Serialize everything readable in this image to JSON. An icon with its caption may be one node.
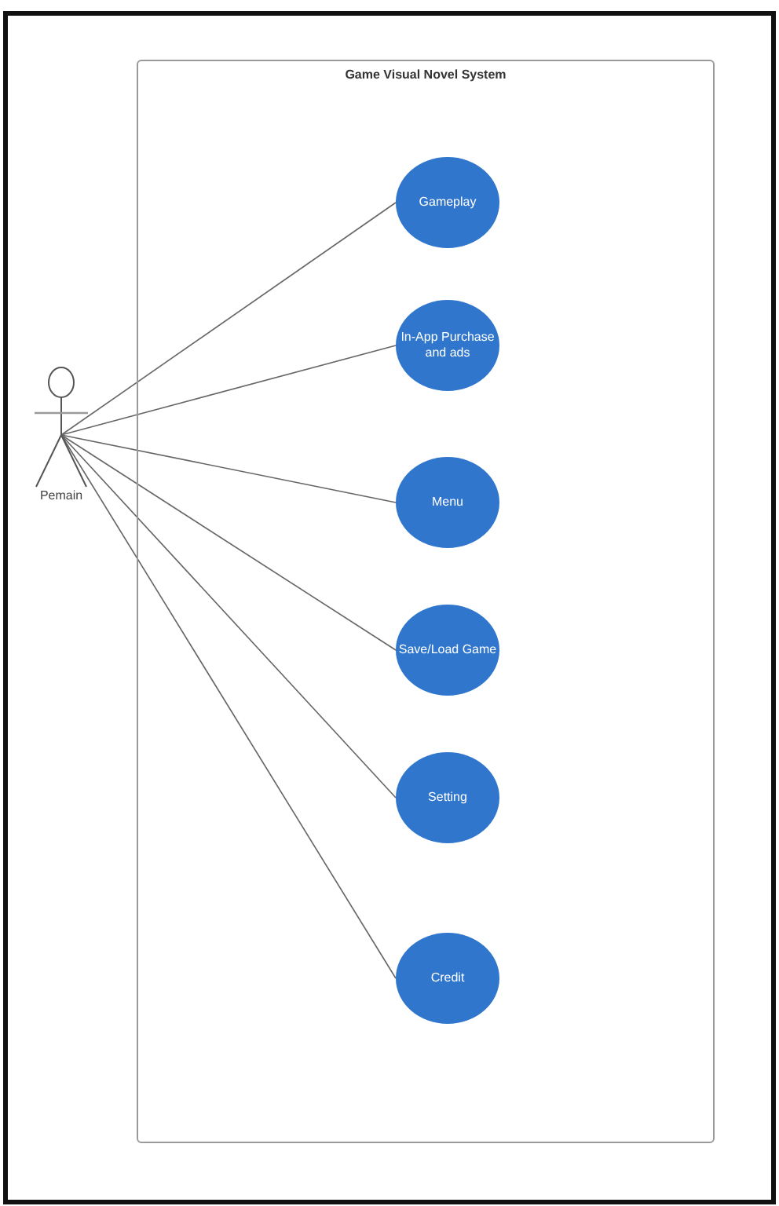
{
  "diagram": {
    "nodes": [
      {
        "text": [
          "Game Visual Novel System"
        ]
      },
      {
        "text": [
          "Pemain"
        ]
      },
      {
        "text": [
          "Gameplay"
        ],
        "in": 0
      },
      {
        "text": [
          "In-App Purchase and ads"
        ],
        "in": 0
      },
      {
        "text": [
          "Menu"
        ],
        "in": 0
      },
      {
        "text": [
          "Save/Load Game"
        ],
        "in": 0
      },
      {
        "text": [
          "Setting"
        ],
        "in": 0
      },
      {
        "text": [
          "Credit"
        ],
        "in": 0
      }
    ],
    "edges": [
      {
        "from": 1,
        "to": 2,
        "arrow": "none"
      },
      {
        "from": 1,
        "to": 3,
        "arrow": "none"
      },
      {
        "from": 1,
        "to": 4,
        "arrow": "none"
      },
      {
        "from": 1,
        "to": 5,
        "arrow": "none"
      },
      {
        "from": 1,
        "to": 6,
        "arrow": "none"
      },
      {
        "from": 1,
        "to": 7,
        "arrow": "none"
      }
    ]
  }
}
